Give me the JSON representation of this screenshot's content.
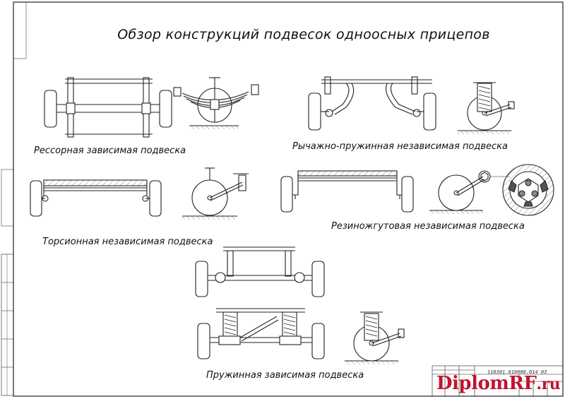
{
  "title": "Обзор конструкций подвесок одноосных прицепов",
  "captions": {
    "leaf_spring": "Рессорная зависимая подвеска",
    "lever_spring": "Рычажно-пружинная независимая подвеска",
    "torsion": "Торсионная независимая подвеска",
    "rubber_cord": "Резиножгутовая независимая подвеска",
    "coil_spring": "Пружинная зависимая подвеска"
  },
  "title_block": {
    "doc_code": "110301.810000.014 03"
  },
  "watermark": {
    "brand": "Diplom",
    "accent": "RF",
    "suffix": ".ru",
    "color": "#c0152f"
  }
}
